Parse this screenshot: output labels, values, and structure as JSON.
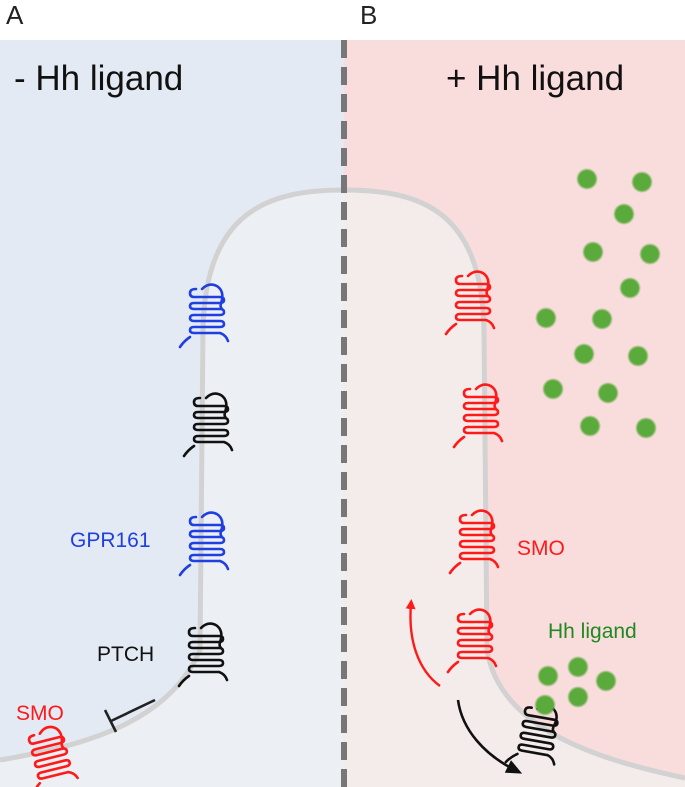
{
  "panels": {
    "a": {
      "letter": "A",
      "heading": "- Hh ligand",
      "labels": {
        "gpr161": "GPR161",
        "ptch": "PTCH",
        "smo": "SMO"
      }
    },
    "b": {
      "letter": "B",
      "heading": "+ Hh ligand",
      "labels": {
        "smo": "SMO",
        "hh_ligand": "Hh ligand"
      }
    }
  },
  "colors": {
    "panel_a_bg": "#e3eaf4",
    "panel_b_bg": "#f9dcdc",
    "cilium_inner_a": "#eceff3",
    "cilium_inner_b": "#f4eceb",
    "membrane": "#d2d2d2",
    "divider": "#777777",
    "gpr161": "#1f3fe0",
    "ptch": "#111111",
    "smo": "#ff1a1a",
    "ligand": "#5aaa3c",
    "ligand_label": "#1f8a1f"
  }
}
